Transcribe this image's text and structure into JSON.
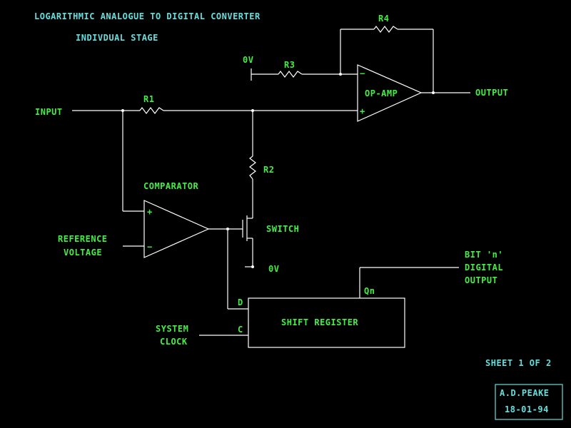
{
  "title": "LOGARITHMIC ANALOGUE TO DIGITAL CONVERTER",
  "subtitle": "INDIVDUAL STAGE",
  "labels": {
    "input": "INPUT",
    "output": "OUTPUT",
    "r1": "R1",
    "r2": "R2",
    "r3": "R3",
    "r4": "R4",
    "ov_top": "0V",
    "ov_bottom": "0V",
    "opamp": "OP-AMP",
    "minus": "−",
    "plus": "+",
    "comparator": "COMPARATOR",
    "ref_line1": "REFERENCE",
    "ref_line2": "VOLTAGE",
    "switch": "SWITCH",
    "bit_line1": "BIT 'n'",
    "bit_line2": "DIGITAL",
    "bit_line3": "OUTPUT",
    "shift_register": "SHIFT REGISTER",
    "d": "D",
    "c": "C",
    "qn": "Qn",
    "clock_line1": "SYSTEM",
    "clock_line2": "CLOCK"
  },
  "footer": {
    "sheet": "SHEET 1 OF 2",
    "author": "A.D.PEAKE",
    "date": "18-01-94"
  },
  "colors": {
    "background": "#000000",
    "wire": "#ffffff",
    "label": "#44ee44",
    "title": "#66dddd"
  }
}
